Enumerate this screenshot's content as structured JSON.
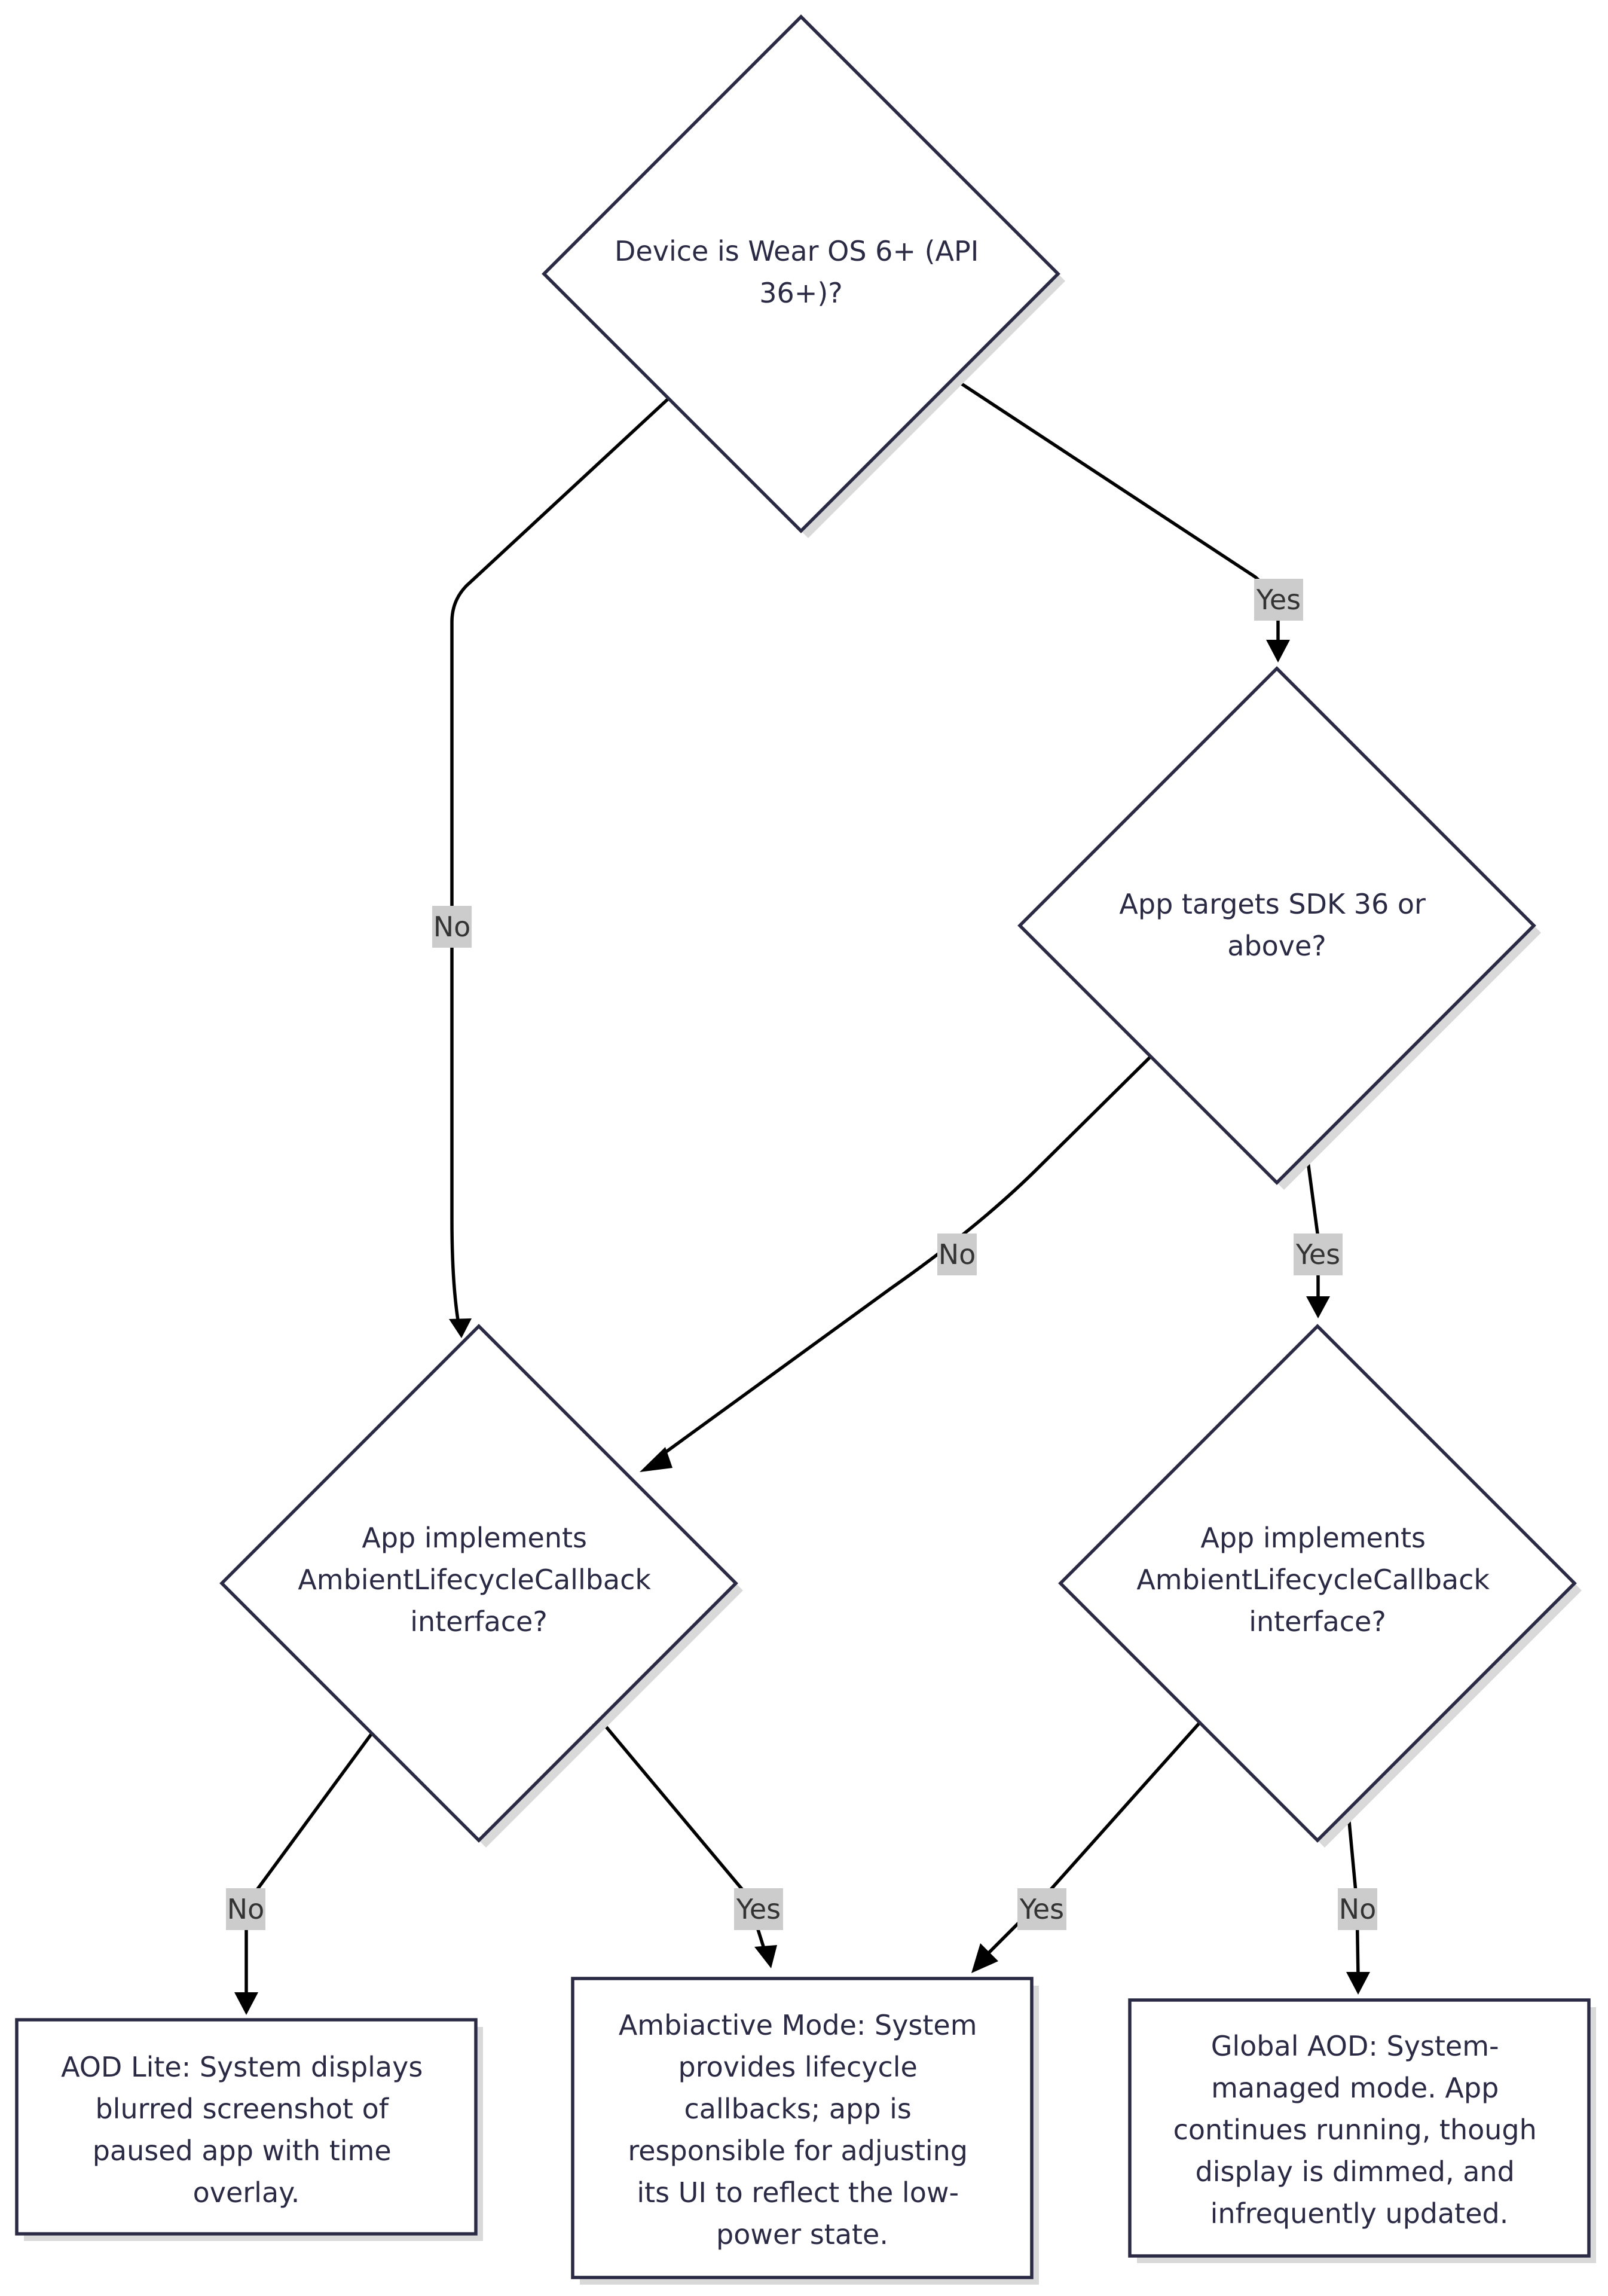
{
  "colors": {
    "node_stroke": "#2b2a45",
    "node_fill": "#ffffff",
    "node_shadow": "#d9d9d9",
    "edge": "#000000",
    "edge_label_bg": "#cccccc",
    "edge_label_text": "#333333"
  },
  "nodes": {
    "wear_os": {
      "shape": "decision",
      "lines": [
        "Device is Wear OS 6+ (API",
        "36+)?"
      ]
    },
    "target_sdk": {
      "shape": "decision",
      "lines": [
        "App targets SDK 36 or",
        "above?"
      ]
    },
    "callback_left": {
      "shape": "decision",
      "lines": [
        "App implements",
        "AmbientLifecycleCallback",
        "interface?"
      ]
    },
    "callback_right": {
      "shape": "decision",
      "lines": [
        "App implements",
        "AmbientLifecycleCallback",
        "interface?"
      ]
    },
    "aod_lite": {
      "shape": "process",
      "lines": [
        "AOD Lite: System displays",
        "blurred screenshot of",
        "paused app with time",
        "overlay."
      ]
    },
    "ambiactive": {
      "shape": "process",
      "lines": [
        "Ambiactive Mode: System",
        "provides lifecycle",
        "callbacks; app is",
        "responsible for adjusting",
        "its UI to reflect the low-",
        "power state."
      ]
    },
    "global_aod": {
      "shape": "process",
      "lines": [
        "Global AOD: System-",
        "managed mode. App",
        "continues running, though",
        "display is dimmed, and",
        "infrequently updated."
      ]
    }
  },
  "edges": [
    {
      "id": "wear_os_no",
      "from": "wear_os",
      "to": "callback_left",
      "label": "No"
    },
    {
      "id": "wear_os_yes",
      "from": "wear_os",
      "to": "target_sdk",
      "label": "Yes"
    },
    {
      "id": "target_sdk_no",
      "from": "target_sdk",
      "to": "callback_left",
      "label": "No"
    },
    {
      "id": "target_sdk_yes",
      "from": "target_sdk",
      "to": "callback_right",
      "label": "Yes"
    },
    {
      "id": "callback_left_no",
      "from": "callback_left",
      "to": "aod_lite",
      "label": "No"
    },
    {
      "id": "callback_left_yes",
      "from": "callback_left",
      "to": "ambiactive",
      "label": "Yes"
    },
    {
      "id": "callback_right_yes",
      "from": "callback_right",
      "to": "ambiactive",
      "label": "Yes"
    },
    {
      "id": "callback_right_no",
      "from": "callback_right",
      "to": "global_aod",
      "label": "No"
    }
  ]
}
